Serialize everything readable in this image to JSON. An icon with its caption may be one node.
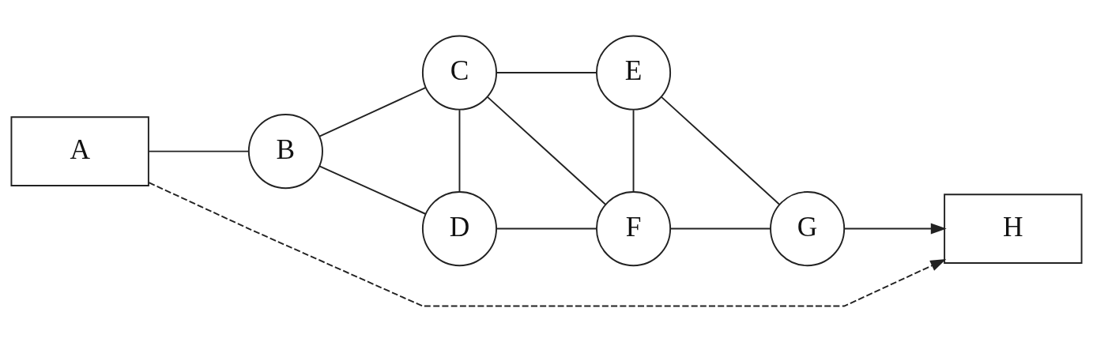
{
  "diagram": {
    "nodes": [
      {
        "text": [
          "A"
        ]
      },
      {
        "text": [
          "B"
        ]
      },
      {
        "text": [
          "C"
        ]
      },
      {
        "text": [
          "D"
        ]
      },
      {
        "text": [
          "E"
        ]
      },
      {
        "text": [
          "F"
        ]
      },
      {
        "text": [
          "G"
        ]
      },
      {
        "text": [
          "H"
        ]
      }
    ],
    "edges": [
      {
        "from": 0,
        "to": 1,
        "arrow": "none"
      },
      {
        "from": 1,
        "to": 2,
        "arrow": "none"
      },
      {
        "from": 1,
        "to": 3,
        "arrow": "none"
      },
      {
        "from": 2,
        "to": 3,
        "arrow": "none"
      },
      {
        "from": 2,
        "to": 4,
        "arrow": "none"
      },
      {
        "from": 2,
        "to": 5,
        "arrow": "none"
      },
      {
        "from": 3,
        "to": 5,
        "arrow": "none"
      },
      {
        "from": 4,
        "to": 5,
        "arrow": "none"
      },
      {
        "from": 4,
        "to": 6,
        "arrow": "none"
      },
      {
        "from": 5,
        "to": 6,
        "arrow": "none"
      },
      {
        "from": 6,
        "to": 7,
        "arrow": "to"
      },
      {
        "from": 0,
        "to": 7,
        "arrow": "to",
        "style": "dashed"
      }
    ]
  }
}
